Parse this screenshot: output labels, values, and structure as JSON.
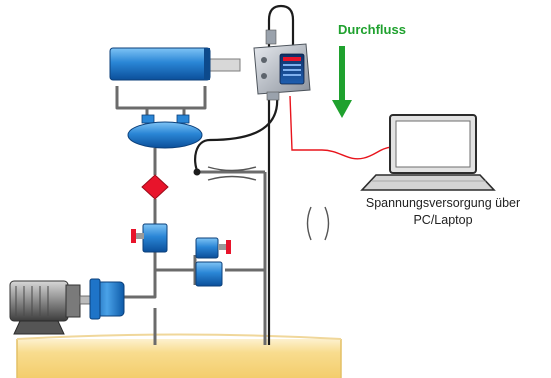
{
  "labels": {
    "flow": "Durchfluss",
    "power_line1": "Spannungsversorgung über",
    "power_line2": "PC/Laptop"
  },
  "colors": {
    "flow_arrow": "#1fa12e",
    "component_blue": "#1e74c8",
    "filter_red": "#e8142b",
    "usb_cable": "#e8141c",
    "pipe": "#666666",
    "tank_liquid": "#f7d98a"
  }
}
